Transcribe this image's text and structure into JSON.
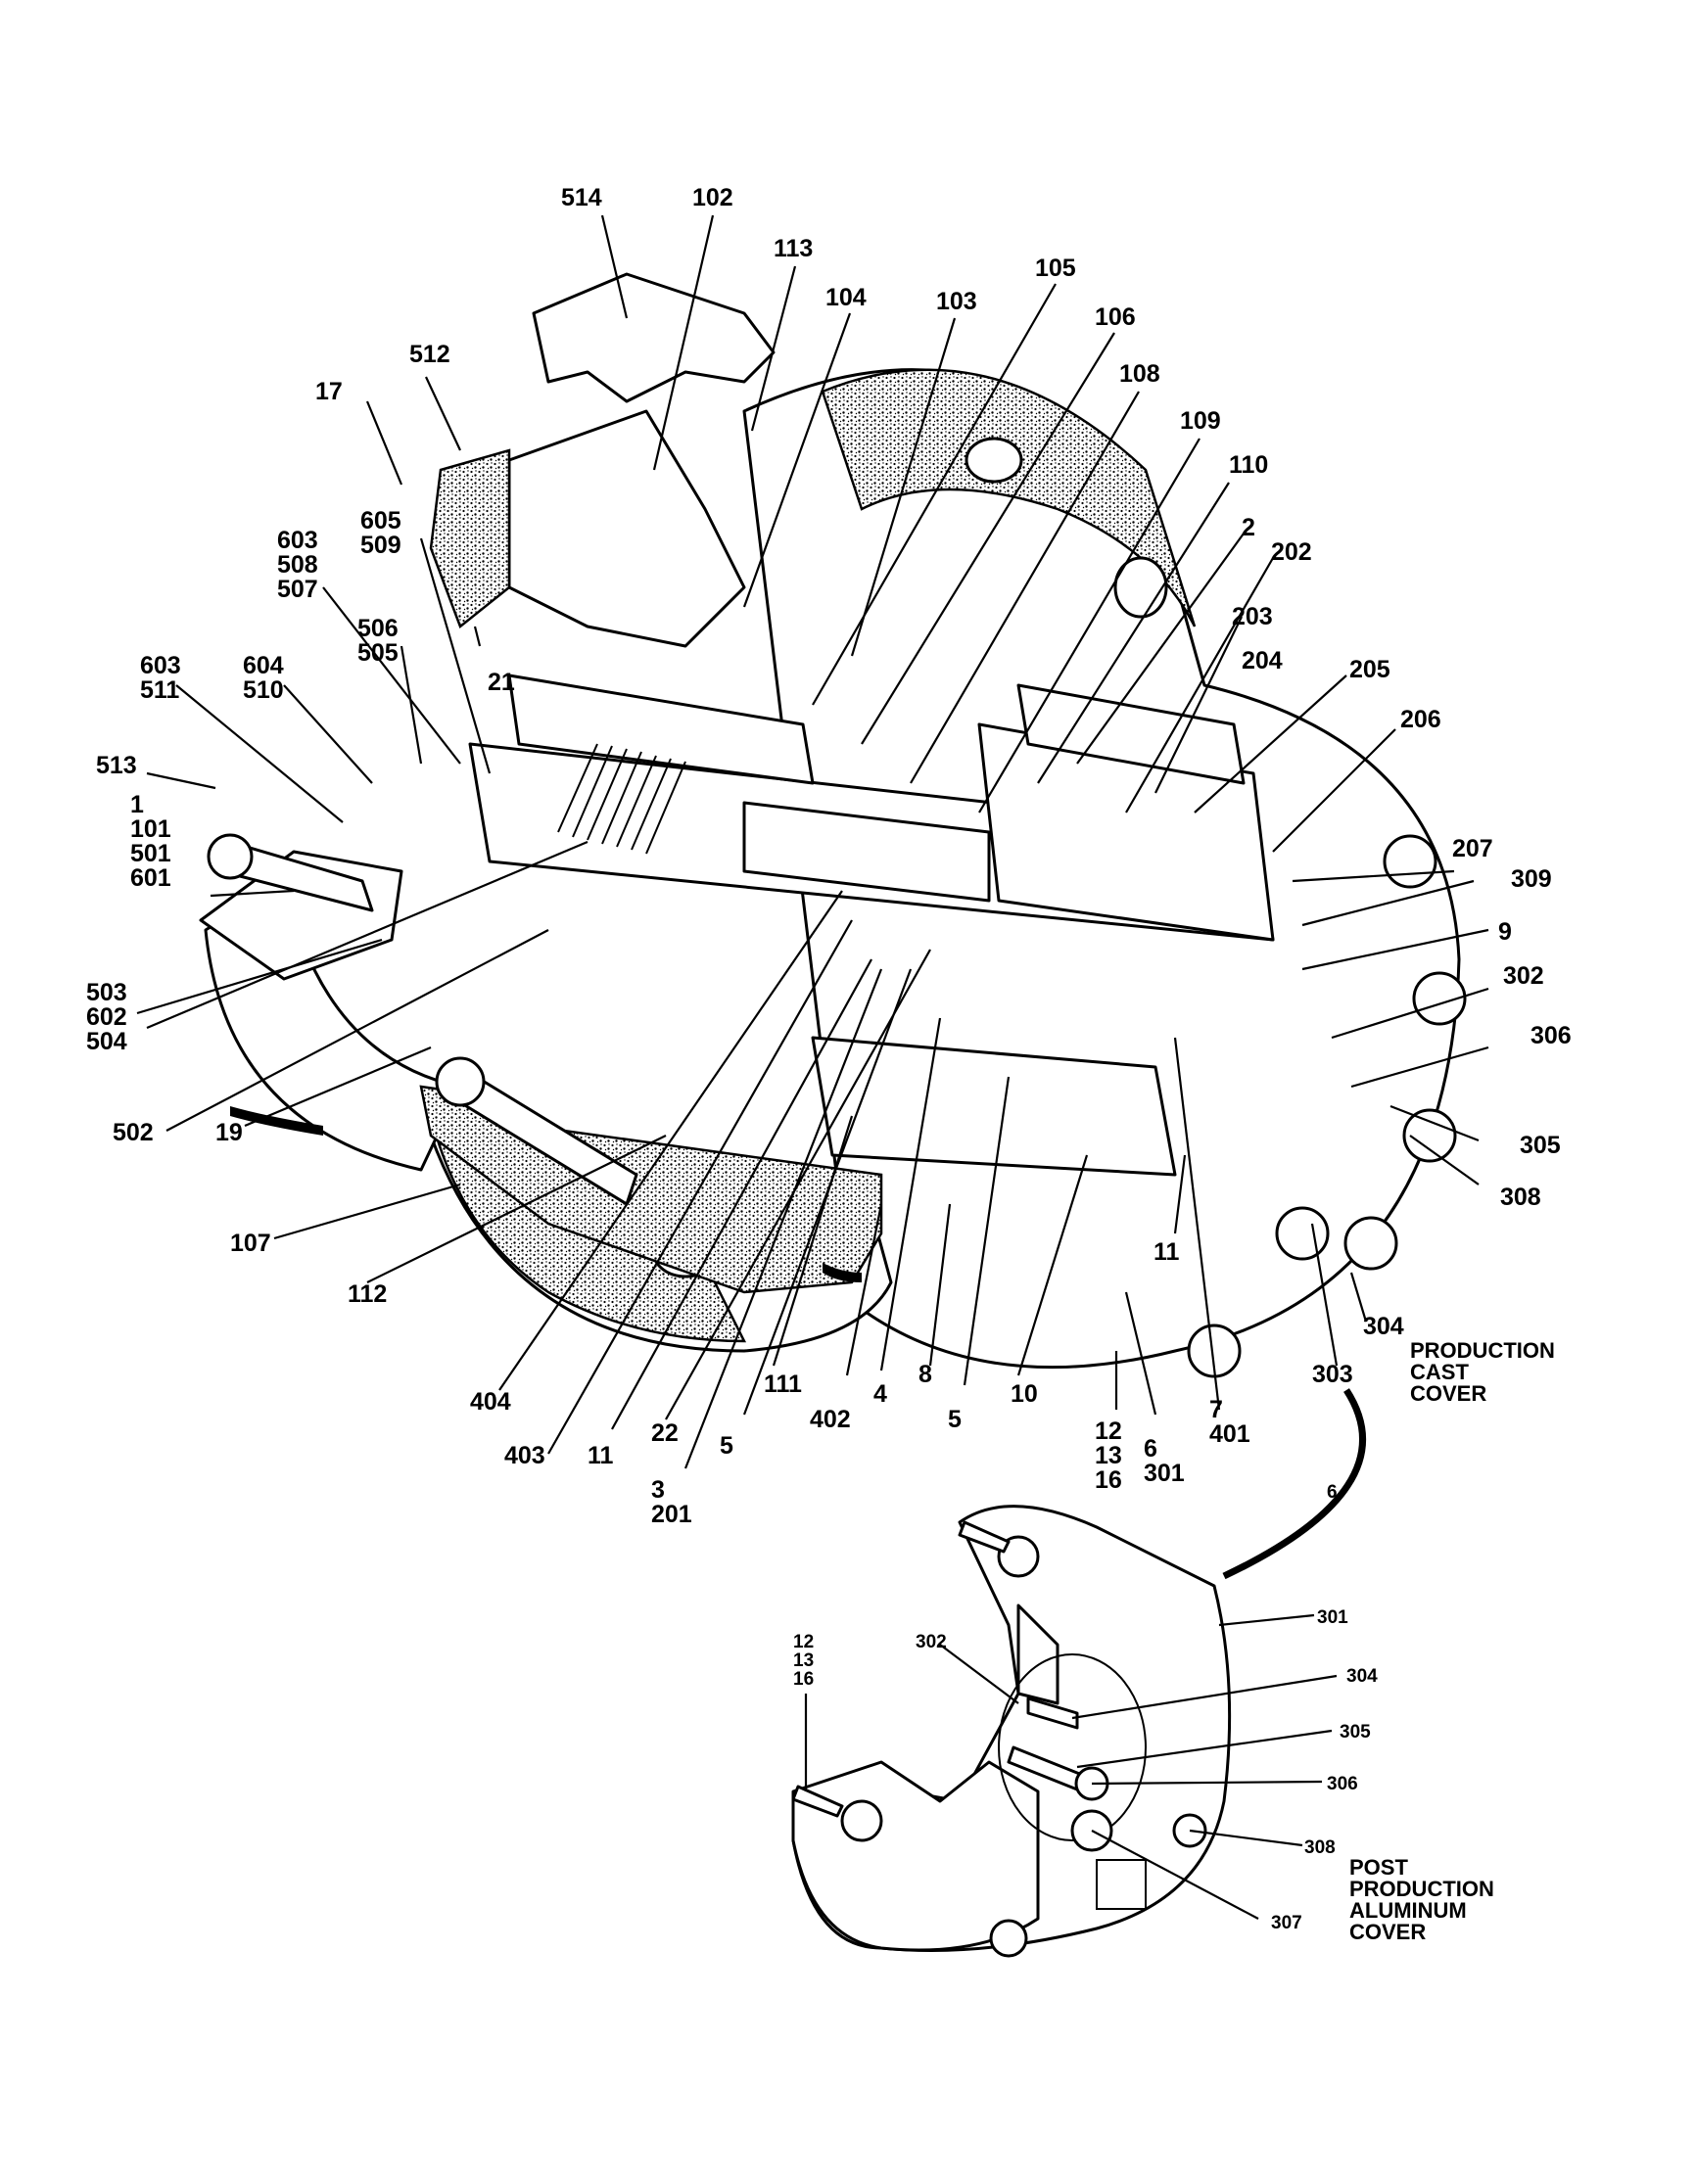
{
  "callouts_main": [
    {
      "id": "c514",
      "text": "514"
    },
    {
      "id": "c102",
      "text": "102"
    },
    {
      "id": "c113",
      "text": "113"
    },
    {
      "id": "c104",
      "text": "104"
    },
    {
      "id": "c103",
      "text": "103"
    },
    {
      "id": "c105",
      "text": "105"
    },
    {
      "id": "c106",
      "text": "106"
    },
    {
      "id": "c108",
      "text": "108"
    },
    {
      "id": "c109",
      "text": "109"
    },
    {
      "id": "c110",
      "text": "110"
    },
    {
      "id": "c2",
      "text": "2"
    },
    {
      "id": "c202",
      "text": "202"
    },
    {
      "id": "c203",
      "text": "203"
    },
    {
      "id": "c204",
      "text": "204"
    },
    {
      "id": "c205",
      "text": "205"
    },
    {
      "id": "c206",
      "text": "206"
    },
    {
      "id": "c207",
      "text": "207"
    },
    {
      "id": "c309",
      "text": "309"
    },
    {
      "id": "c9",
      "text": "9"
    },
    {
      "id": "c302",
      "text": "302"
    },
    {
      "id": "c306",
      "text": "306"
    },
    {
      "id": "c305",
      "text": "305"
    },
    {
      "id": "c308",
      "text": "308"
    },
    {
      "id": "c11b",
      "text": "11"
    },
    {
      "id": "c304",
      "text": "304"
    },
    {
      "id": "c303",
      "text": "303"
    },
    {
      "id": "c7_401",
      "text": "7\n401"
    },
    {
      "id": "c6_301",
      "text": "6\n301"
    },
    {
      "id": "c12_13_16",
      "text": "12\n13\n16"
    },
    {
      "id": "c10",
      "text": "10"
    },
    {
      "id": "c5a",
      "text": "5"
    },
    {
      "id": "c8",
      "text": "8"
    },
    {
      "id": "c4",
      "text": "4"
    },
    {
      "id": "c402",
      "text": "402"
    },
    {
      "id": "c111",
      "text": "111"
    },
    {
      "id": "c5b",
      "text": "5"
    },
    {
      "id": "c22",
      "text": "22"
    },
    {
      "id": "c3_201",
      "text": "3\n201"
    },
    {
      "id": "c11a",
      "text": "11"
    },
    {
      "id": "c403",
      "text": "403"
    },
    {
      "id": "c404",
      "text": "404"
    },
    {
      "id": "c112",
      "text": "112"
    },
    {
      "id": "c107",
      "text": "107"
    },
    {
      "id": "c19",
      "text": "19"
    },
    {
      "id": "c502",
      "text": "502"
    },
    {
      "id": "c503_602_504",
      "text": "503\n602\n504"
    },
    {
      "id": "c1_101_501_601",
      "text": "1\n101\n501\n601"
    },
    {
      "id": "c513",
      "text": "513"
    },
    {
      "id": "c603_511",
      "text": "603\n511"
    },
    {
      "id": "c604_510",
      "text": "604\n510"
    },
    {
      "id": "c506_505",
      "text": "506\n505"
    },
    {
      "id": "c603_508_507",
      "text": "603\n508\n507"
    },
    {
      "id": "c605_509",
      "text": "605\n509"
    },
    {
      "id": "c17",
      "text": "17"
    },
    {
      "id": "c512",
      "text": "512"
    },
    {
      "id": "c21",
      "text": "21"
    }
  ],
  "callouts_inset": [
    {
      "id": "i301",
      "text": "301"
    },
    {
      "id": "i302",
      "text": "302"
    },
    {
      "id": "i304",
      "text": "304"
    },
    {
      "id": "i305",
      "text": "305"
    },
    {
      "id": "i306",
      "text": "306"
    },
    {
      "id": "i308",
      "text": "308"
    },
    {
      "id": "i307",
      "text": "307"
    },
    {
      "id": "i12_13_16",
      "text": "12\n13\n16"
    },
    {
      "id": "i6",
      "text": "6"
    }
  ],
  "captions": {
    "production": "PRODUCTION\nCAST\nCOVER",
    "post_production": "POST\nPRODUCTION\nALUMINUM\nCOVER"
  }
}
